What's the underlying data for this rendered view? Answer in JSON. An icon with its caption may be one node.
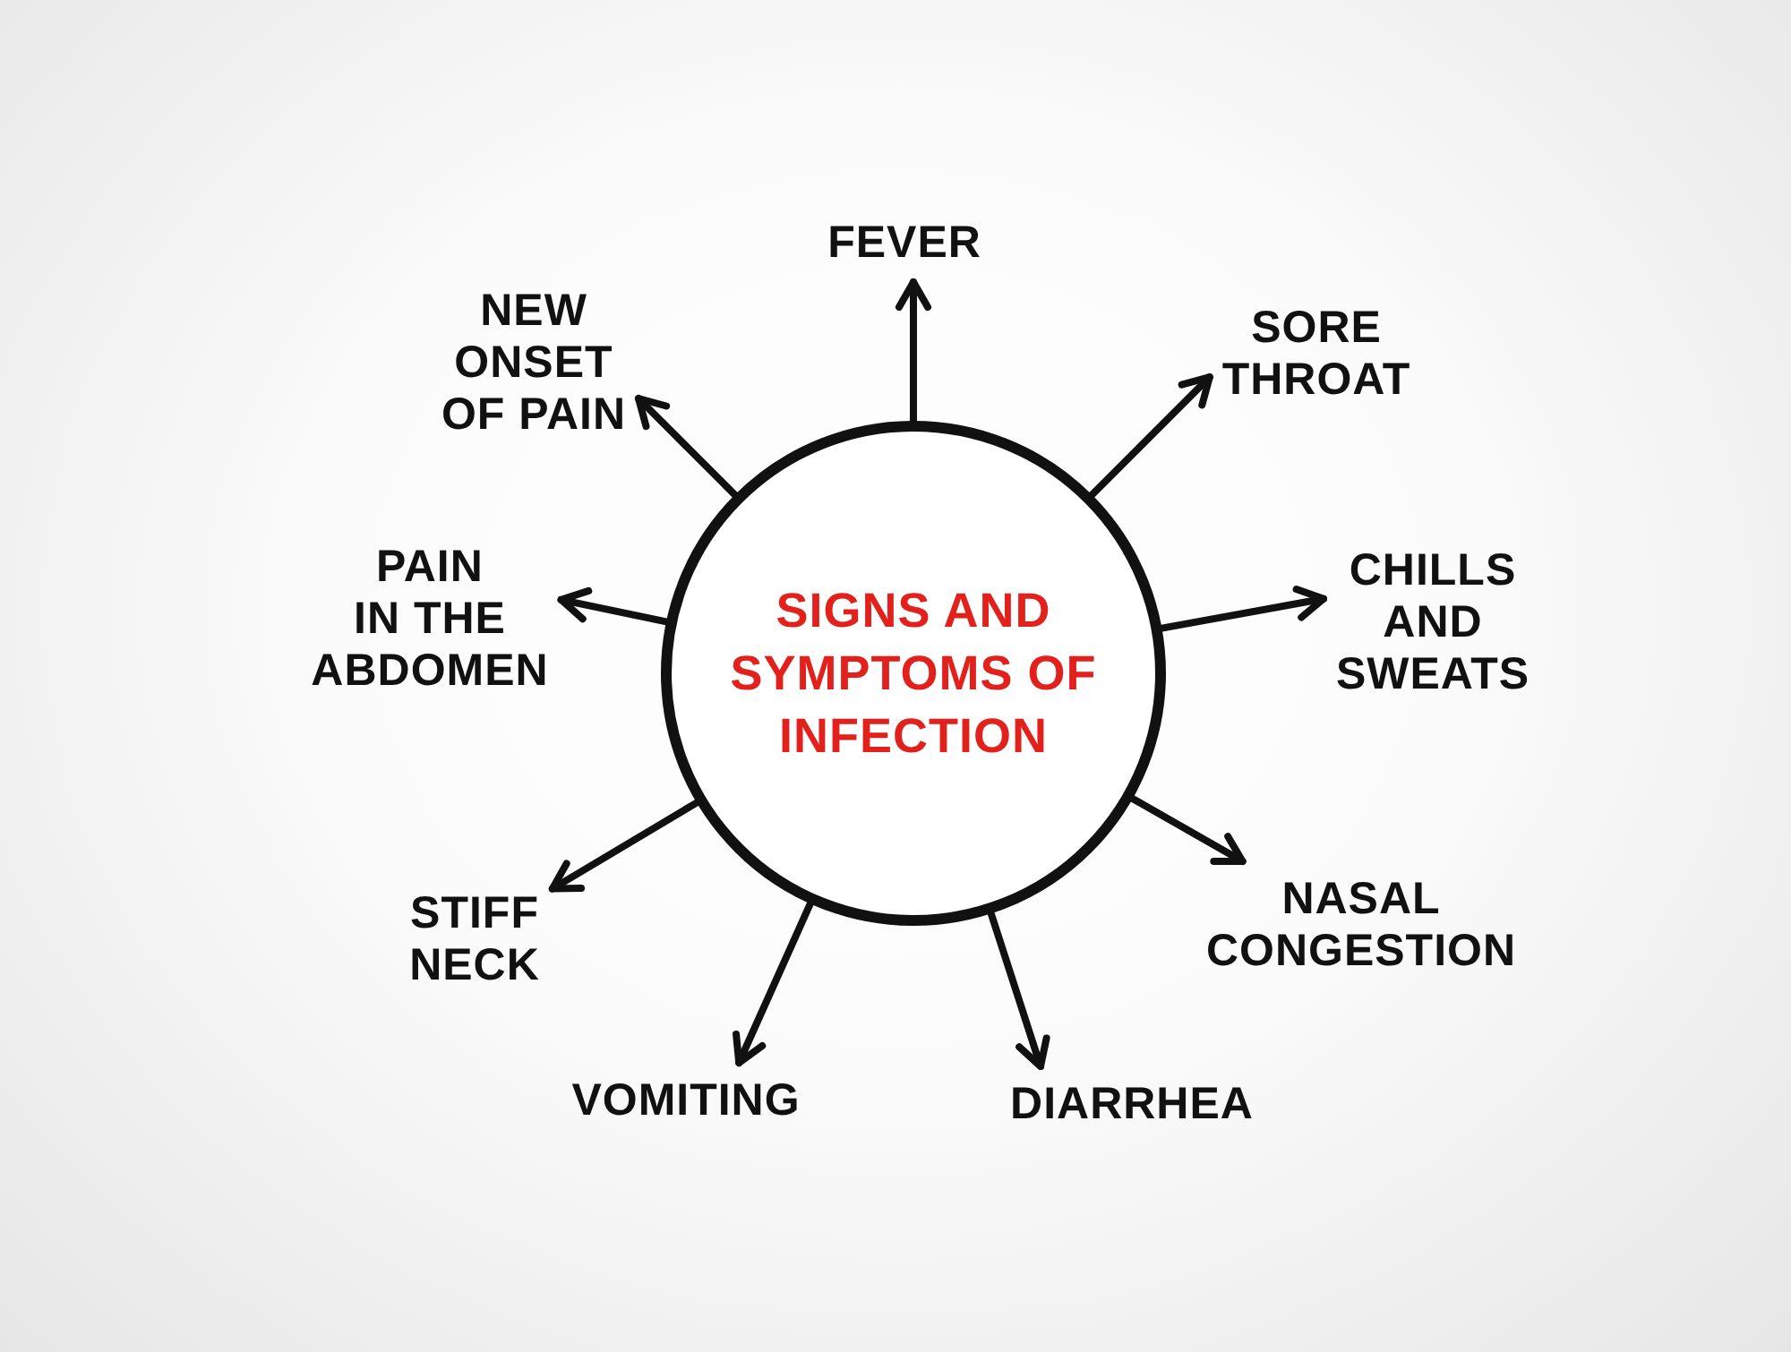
{
  "diagram": {
    "nodes": [
      {
        "text": [
          "SIGNS AND SYMPTOMS OF INFECTION"
        ]
      },
      {
        "text": [
          "FEVER"
        ]
      },
      {
        "text": [
          "SORE THROAT"
        ]
      },
      {
        "text": [
          "CHILLS AND SWEATS"
        ]
      },
      {
        "text": [
          "NASAL CONGESTION"
        ]
      },
      {
        "text": [
          "DIARRHEA"
        ]
      },
      {
        "text": [
          "VOMITING"
        ]
      },
      {
        "text": [
          "STIFF NECK"
        ]
      },
      {
        "text": [
          "PAIN IN THE ABDOMEN"
        ]
      },
      {
        "text": [
          "NEW ONSET OF PAIN"
        ]
      }
    ],
    "edges": [
      {
        "from": 0,
        "to": 1,
        "arrow": "to"
      },
      {
        "from": 0,
        "to": 2,
        "arrow": "to"
      },
      {
        "from": 0,
        "to": 3,
        "arrow": "to"
      },
      {
        "from": 0,
        "to": 4,
        "arrow": "to"
      },
      {
        "from": 0,
        "to": 5,
        "arrow": "to"
      },
      {
        "from": 0,
        "to": 6,
        "arrow": "to"
      },
      {
        "from": 0,
        "to": 7,
        "arrow": "to"
      },
      {
        "from": 0,
        "to": 8,
        "arrow": "to"
      },
      {
        "from": 0,
        "to": 9,
        "arrow": "to"
      }
    ]
  }
}
